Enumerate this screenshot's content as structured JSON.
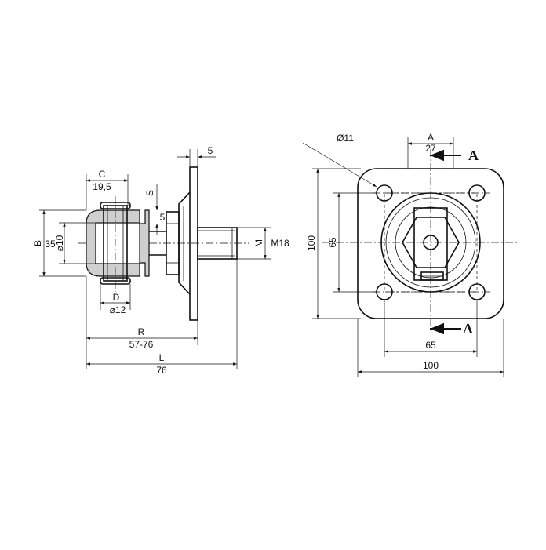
{
  "side_view": {
    "dim_plate_thickness": "5",
    "dim_C_letter": "C",
    "dim_C_value": "19,5",
    "dim_S_letter": "S",
    "dim_S_value": "5",
    "dim_B_letter": "B",
    "dim_B_value": "35",
    "dim_pin_dia": "⌀10",
    "dim_M_letter": "M",
    "dim_M_value": "M18",
    "dim_D_letter": "D",
    "dim_D_value": "⌀12",
    "dim_R_letter": "R",
    "dim_R_value": "57-76",
    "dim_L_letter": "L",
    "dim_L_value": "76"
  },
  "front_view": {
    "hole_dia": "Ø11",
    "dim_A_letter": "A",
    "dim_A_value": "27",
    "section_top": "A",
    "section_bottom": "A",
    "dim_height_outer": "100",
    "dim_height_holes": "65",
    "dim_width_holes": "65",
    "dim_width_outer": "100"
  }
}
